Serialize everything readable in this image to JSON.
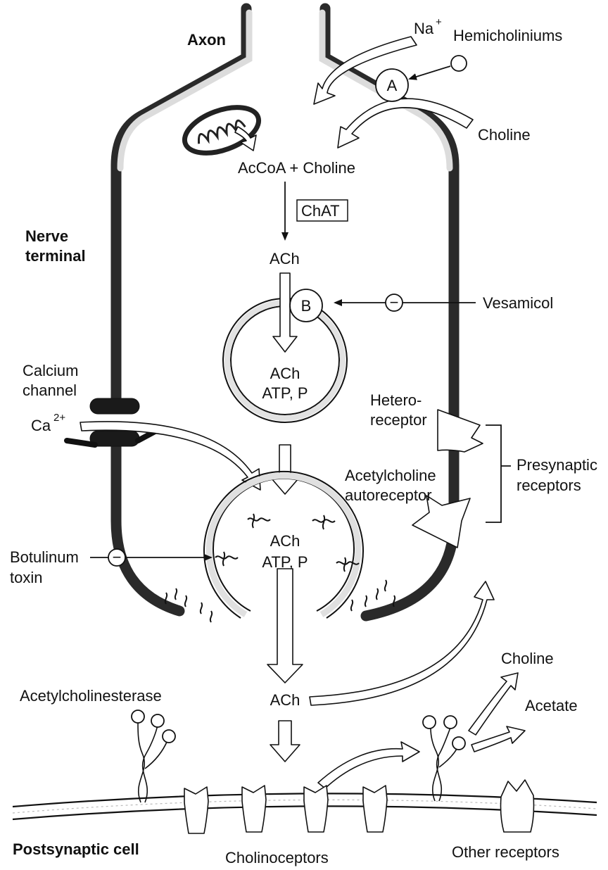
{
  "labels": {
    "axon": "Axon",
    "na": "Na",
    "na_sup": "+",
    "hemicholiniums": "Hemicholiniums",
    "a": "A",
    "choline_top": "Choline",
    "acoa_choline": "AcCoA + Choline",
    "chat": "ChAT",
    "nerve": "Nerve",
    "terminal": "terminal",
    "ach_1": "ACh",
    "b": "B",
    "vesamicol": "Vesamicol",
    "minus": "−",
    "ves1_ach": "ACh",
    "ves1_atp": "ATP, P",
    "calcium": "Calcium",
    "channel": "channel",
    "ca": "Ca",
    "ca_sup": "2+",
    "hetero": "Hetero-",
    "receptor": "receptor",
    "presynaptic": "Presynaptic",
    "receptors": "receptors",
    "ach_autoreceptor_1": "Acetylcholine",
    "ach_autoreceptor_2": "autoreceptor",
    "botulinum": "Botulinum",
    "toxin": "toxin",
    "ves2_ach": "ACh",
    "ves2_atp": "ATP, P",
    "ach_cleft": "ACh",
    "choline_right": "Choline",
    "acetate": "Acetate",
    "acetylcholinesterase": "Acetylcholinesterase",
    "postsynaptic": "Postsynaptic cell",
    "cholinoceptors": "Cholinoceptors",
    "other_receptors": "Other receptors"
  }
}
